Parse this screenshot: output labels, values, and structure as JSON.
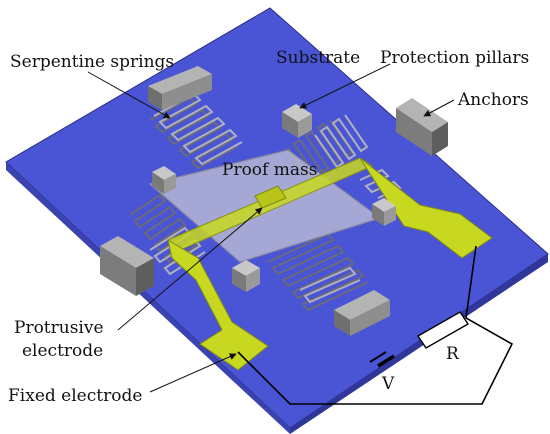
{
  "labels": {
    "serpentine": "Serpentine springs",
    "substrate": "Substrate",
    "pillars": "Protection pillars",
    "anchors": "Anchors",
    "proof_mass": "Proof mass",
    "protrusive_1": "Protrusive",
    "protrusive_2": "electrode",
    "fixed": "Fixed electrode",
    "voltage": "V",
    "resistor": "R"
  },
  "colors": {
    "substrate": "#4a55d6",
    "electrode": "#c8d820",
    "block": "#8a8a8a",
    "spring": "#9a9aa6",
    "proof_mass": "#b8b8c8",
    "wire": "#000000"
  }
}
